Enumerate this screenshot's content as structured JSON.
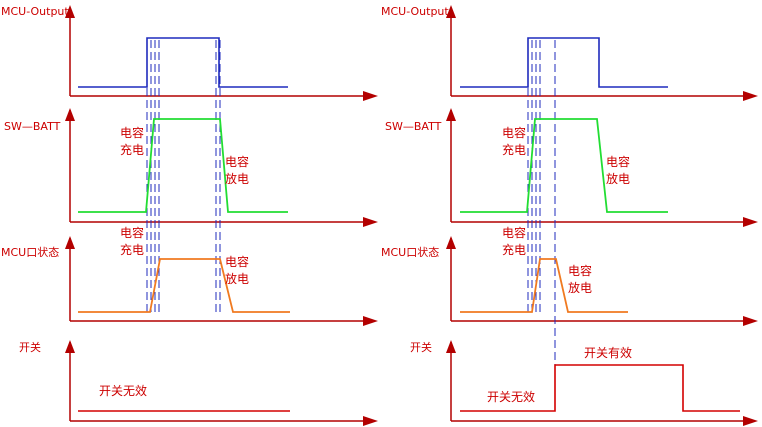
{
  "colors": {
    "axis": "#b30000",
    "mcu_output": "#1f2bbd",
    "sw_batt": "#22dd33",
    "mcu_port": "#f07a20",
    "switch": "#d40000",
    "guide": "#1f2bbd",
    "text": "#cc0000"
  },
  "left": {
    "labels": {
      "mcu_output": "MCU-Output",
      "sw_batt": "SW—BATT",
      "mcu_port": "MCU口状态",
      "switch": "开关"
    },
    "notes": {
      "batt_charge_1": "电容",
      "batt_charge_2": "充电",
      "batt_discharge_1": "电容",
      "batt_discharge_2": "放电",
      "port_charge_1": "电容",
      "port_charge_2": "充电",
      "port_discharge_1": "电容",
      "port_discharge_2": "放电",
      "switch_invalid": "开关无效"
    }
  },
  "right": {
    "labels": {
      "mcu_output": "MCU-Output",
      "sw_batt": "SW—BATT",
      "mcu_port": "MCU口状态",
      "switch": "开关"
    },
    "notes": {
      "batt_charge_1": "电容",
      "batt_charge_2": "充电",
      "batt_discharge_1": "电容",
      "batt_discharge_2": "放电",
      "port_charge_1": "电容",
      "port_charge_2": "充电",
      "port_discharge_1": "电容",
      "port_discharge_2": "放电",
      "switch_invalid": "开关无效",
      "switch_valid": "开关有效"
    }
  }
}
